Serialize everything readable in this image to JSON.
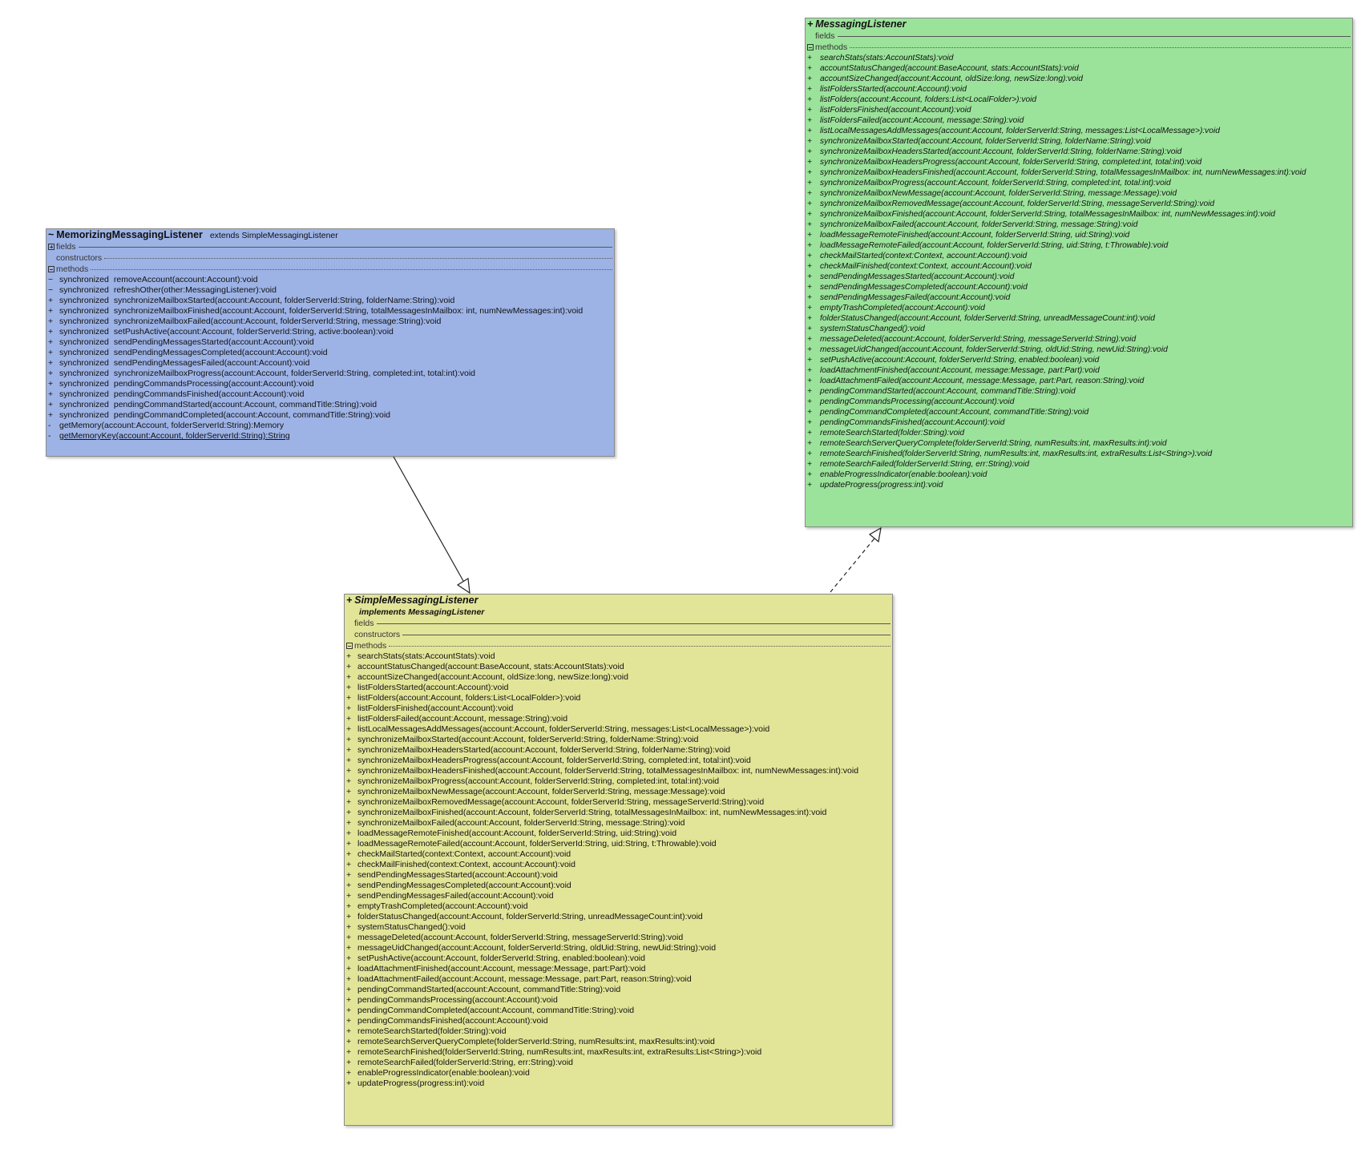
{
  "memorizing": {
    "visibility": "~",
    "name": "MemorizingMessagingListener",
    "extends_text": "extends SimpleMessagingListener",
    "sections": {
      "fields": "fields",
      "constructors": "constructors",
      "methods": "methods"
    },
    "methods": [
      {
        "vis": "~",
        "mod": "synchronized",
        "sig": "removeAccount(account:Account):void"
      },
      {
        "vis": "~",
        "mod": "synchronized",
        "sig": "refreshOther(other:MessagingListener):void"
      },
      {
        "vis": "+",
        "mod": "synchronized",
        "sig": "synchronizeMailboxStarted(account:Account, folderServerId:String, folderName:String):void"
      },
      {
        "vis": "+",
        "mod": "synchronized",
        "sig": "synchronizeMailboxFinished(account:Account, folderServerId:String, totalMessagesInMailbox: int, numNewMessages:int):void"
      },
      {
        "vis": "+",
        "mod": "synchronized",
        "sig": "synchronizeMailboxFailed(account:Account, folderServerId:String, message:String):void"
      },
      {
        "vis": "+",
        "mod": "synchronized",
        "sig": "setPushActive(account:Account, folderServerId:String, active:boolean):void"
      },
      {
        "vis": "+",
        "mod": "synchronized",
        "sig": "sendPendingMessagesStarted(account:Account):void"
      },
      {
        "vis": "+",
        "mod": "synchronized",
        "sig": "sendPendingMessagesCompleted(account:Account):void"
      },
      {
        "vis": "+",
        "mod": "synchronized",
        "sig": "sendPendingMessagesFailed(account:Account):void"
      },
      {
        "vis": "+",
        "mod": "synchronized",
        "sig": "synchronizeMailboxProgress(account:Account, folderServerId:String, completed:int, total:int):void"
      },
      {
        "vis": "+",
        "mod": "synchronized",
        "sig": "pendingCommandsProcessing(account:Account):void"
      },
      {
        "vis": "+",
        "mod": "synchronized",
        "sig": "pendingCommandsFinished(account:Account):void"
      },
      {
        "vis": "+",
        "mod": "synchronized",
        "sig": "pendingCommandStarted(account:Account, commandTitle:String):void"
      },
      {
        "vis": "+",
        "mod": "synchronized",
        "sig": "pendingCommandCompleted(account:Account, commandTitle:String):void"
      },
      {
        "vis": "-",
        "mod": "",
        "sig": "getMemory(account:Account, folderServerId:String):Memory"
      },
      {
        "vis": "-",
        "mod": "",
        "sig": "getMemoryKey(account:Account, folderServerId:String):String",
        "underline": true
      }
    ]
  },
  "messaging": {
    "visibility": "+",
    "name": "MessagingListener",
    "sections": {
      "fields": "fields",
      "methods": "methods"
    },
    "methods": [
      "searchStats(stats:AccountStats):void",
      "accountStatusChanged(account:BaseAccount, stats:AccountStats):void",
      "accountSizeChanged(account:Account, oldSize:long, newSize:long):void",
      "listFoldersStarted(account:Account):void",
      "listFolders(account:Account, folders:List<LocalFolder>):void",
      "listFoldersFinished(account:Account):void",
      "listFoldersFailed(account:Account, message:String):void",
      "listLocalMessagesAddMessages(account:Account, folderServerId:String, messages:List<LocalMessage>):void",
      "synchronizeMailboxStarted(account:Account, folderServerId:String, folderName:String):void",
      "synchronizeMailboxHeadersStarted(account:Account, folderServerId:String, folderName:String):void",
      "synchronizeMailboxHeadersProgress(account:Account, folderServerId:String, completed:int, total:int):void",
      "synchronizeMailboxHeadersFinished(account:Account, folderServerId:String, totalMessagesInMailbox: int, numNewMessages:int):void",
      "synchronizeMailboxProgress(account:Account, folderServerId:String, completed:int, total:int):void",
      "synchronizeMailboxNewMessage(account:Account, folderServerId:String, message:Message):void",
      "synchronizeMailboxRemovedMessage(account:Account, folderServerId:String, messageServerId:String):void",
      "synchronizeMailboxFinished(account:Account, folderServerId:String, totalMessagesInMailbox: int, numNewMessages:int):void",
      "synchronizeMailboxFailed(account:Account, folderServerId:String, message:String):void",
      "loadMessageRemoteFinished(account:Account, folderServerId:String, uid:String):void",
      "loadMessageRemoteFailed(account:Account, folderServerId:String, uid:String, t:Throwable):void",
      "checkMailStarted(context:Context, account:Account):void",
      "checkMailFinished(context:Context, account:Account):void",
      "sendPendingMessagesStarted(account:Account):void",
      "sendPendingMessagesCompleted(account:Account):void",
      "sendPendingMessagesFailed(account:Account):void",
      "emptyTrashCompleted(account:Account):void",
      "folderStatusChanged(account:Account, folderServerId:String, unreadMessageCount:int):void",
      "systemStatusChanged():void",
      "messageDeleted(account:Account, folderServerId:String, messageServerId:String):void",
      "messageUidChanged(account:Account, folderServerId:String, oldUid:String, newUid:String):void",
      "setPushActive(account:Account, folderServerId:String, enabled:boolean):void",
      "loadAttachmentFinished(account:Account, message:Message, part:Part):void",
      "loadAttachmentFailed(account:Account, message:Message, part:Part, reason:String):void",
      "pendingCommandStarted(account:Account, commandTitle:String):void",
      "pendingCommandsProcessing(account:Account):void",
      "pendingCommandCompleted(account:Account, commandTitle:String):void",
      "pendingCommandsFinished(account:Account):void",
      "remoteSearchStarted(folder:String):void",
      "remoteSearchServerQueryComplete(folderServerId:String, numResults:int, maxResults:int):void",
      "remoteSearchFinished(folderServerId:String, numResults:int, maxResults:int, extraResults:List<String>):void",
      "remoteSearchFailed(folderServerId:String, err:String):void",
      "enableProgressIndicator(enable:boolean):void",
      "updateProgress(progress:int):void"
    ]
  },
  "simple": {
    "visibility": "+",
    "name": "SimpleMessagingListener",
    "implements_text": "implements MessagingListener",
    "sections": {
      "fields": "fields",
      "constructors": "constructors",
      "methods": "methods"
    },
    "methods": [
      "searchStats(stats:AccountStats):void",
      "accountStatusChanged(account:BaseAccount, stats:AccountStats):void",
      "accountSizeChanged(account:Account, oldSize:long, newSize:long):void",
      "listFoldersStarted(account:Account):void",
      "listFolders(account:Account, folders:List<LocalFolder>):void",
      "listFoldersFinished(account:Account):void",
      "listFoldersFailed(account:Account, message:String):void",
      "listLocalMessagesAddMessages(account:Account, folderServerId:String, messages:List<LocalMessage>):void",
      "synchronizeMailboxStarted(account:Account, folderServerId:String, folderName:String):void",
      "synchronizeMailboxHeadersStarted(account:Account, folderServerId:String, folderName:String):void",
      "synchronizeMailboxHeadersProgress(account:Account, folderServerId:String, completed:int, total:int):void",
      "synchronizeMailboxHeadersFinished(account:Account, folderServerId:String, totalMessagesInMailbox: int, numNewMessages:int):void",
      "synchronizeMailboxProgress(account:Account, folderServerId:String, completed:int, total:int):void",
      "synchronizeMailboxNewMessage(account:Account, folderServerId:String, message:Message):void",
      "synchronizeMailboxRemovedMessage(account:Account, folderServerId:String, messageServerId:String):void",
      "synchronizeMailboxFinished(account:Account, folderServerId:String, totalMessagesInMailbox: int, numNewMessages:int):void",
      "synchronizeMailboxFailed(account:Account, folderServerId:String, message:String):void",
      "loadMessageRemoteFinished(account:Account, folderServerId:String, uid:String):void",
      "loadMessageRemoteFailed(account:Account, folderServerId:String, uid:String, t:Throwable):void",
      "checkMailStarted(context:Context, account:Account):void",
      "checkMailFinished(context:Context, account:Account):void",
      "sendPendingMessagesStarted(account:Account):void",
      "sendPendingMessagesCompleted(account:Account):void",
      "sendPendingMessagesFailed(account:Account):void",
      "emptyTrashCompleted(account:Account):void",
      "folderStatusChanged(account:Account, folderServerId:String, unreadMessageCount:int):void",
      "systemStatusChanged():void",
      "messageDeleted(account:Account, folderServerId:String, messageServerId:String):void",
      "messageUidChanged(account:Account, folderServerId:String, oldUid:String, newUid:String):void",
      "setPushActive(account:Account, folderServerId:String, enabled:boolean):void",
      "loadAttachmentFinished(account:Account, message:Message, part:Part):void",
      "loadAttachmentFailed(account:Account, message:Message, part:Part, reason:String):void",
      "pendingCommandStarted(account:Account, commandTitle:String):void",
      "pendingCommandsProcessing(account:Account):void",
      "pendingCommandCompleted(account:Account, commandTitle:String):void",
      "pendingCommandsFinished(account:Account):void",
      "remoteSearchStarted(folder:String):void",
      "remoteSearchServerQueryComplete(folderServerId:String, numResults:int, maxResults:int):void",
      "remoteSearchFinished(folderServerId:String, numResults:int, maxResults:int, extraResults:List<String>):void",
      "remoteSearchFailed(folderServerId:String, err:String):void",
      "enableProgressIndicator(enable:boolean):void",
      "updateProgress(progress:int):void"
    ]
  },
  "colors": {
    "memorizing_bg": "#9db3e6",
    "messaging_bg": "#9be39b",
    "simple_bg": "#e2e598",
    "connector": "#222222"
  },
  "relations": [
    {
      "type": "generalization",
      "from": "MemorizingMessagingListener",
      "to": "SimpleMessagingListener",
      "style": "solid"
    },
    {
      "type": "realization",
      "from": "SimpleMessagingListener",
      "to": "MessagingListener",
      "style": "dashed"
    }
  ]
}
